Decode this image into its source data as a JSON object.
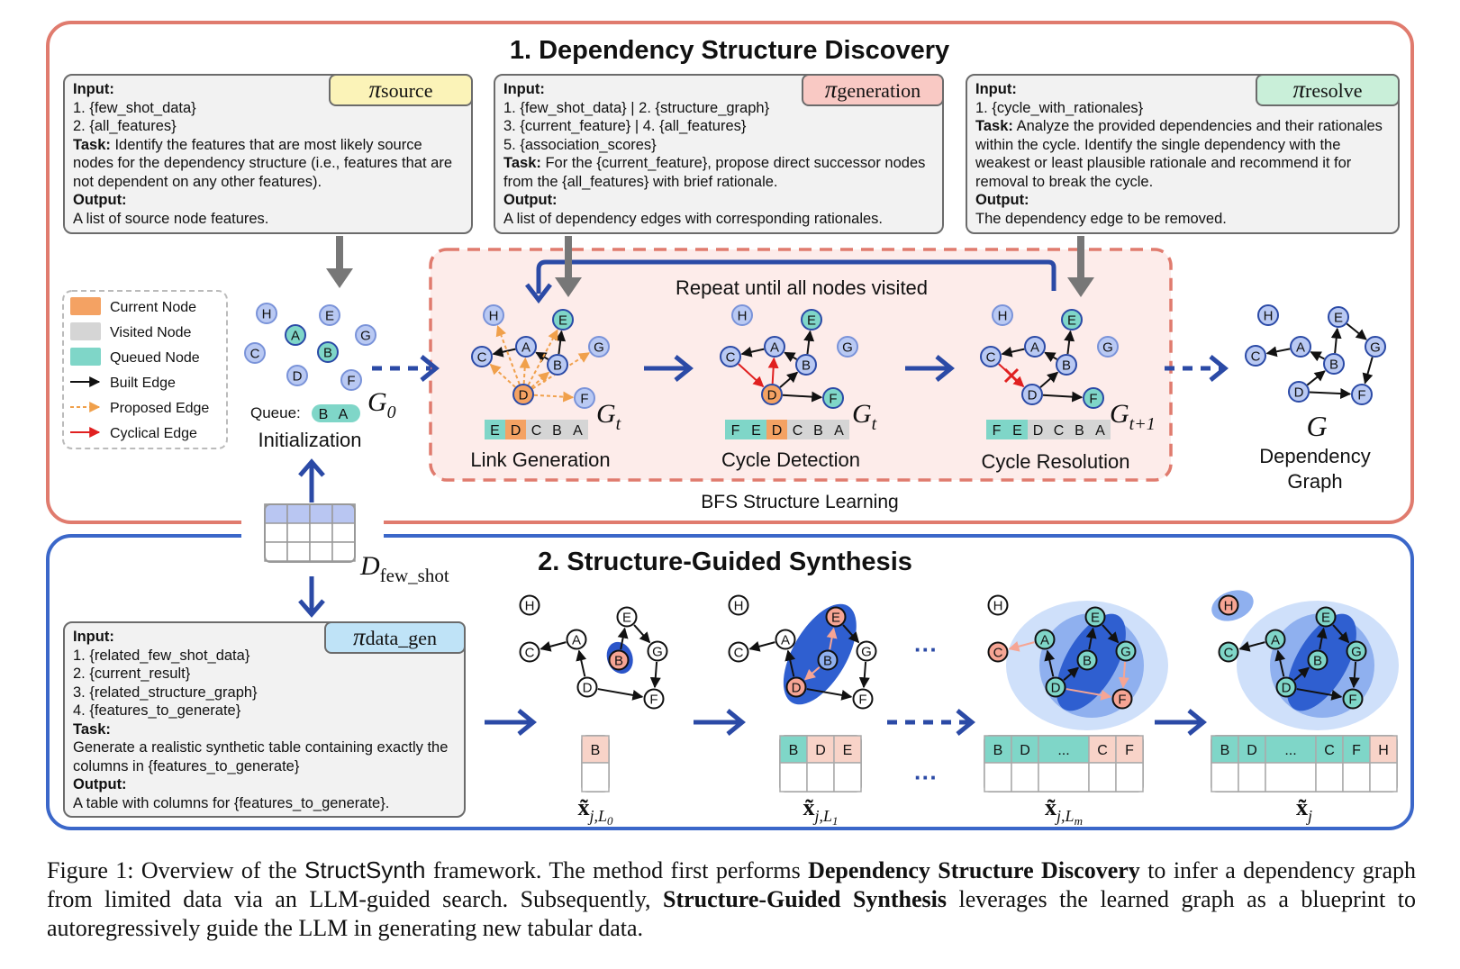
{
  "section1": {
    "number": "1.",
    "title": "Dependency Structure Discovery"
  },
  "section2": {
    "number": "2.",
    "title": "Structure-Guided Synthesis"
  },
  "prompts": {
    "source": {
      "tag_symbol": "π",
      "tag_sub": "source",
      "tag_color": "#fbf3b8",
      "lines": [
        {
          "b": "Input:",
          "t": ""
        },
        {
          "b": "",
          "t": "1. {few_shot_data}"
        },
        {
          "b": "",
          "t": "2. {all_features}"
        },
        {
          "b": "Task:",
          "t": " Identify the features that are most likely source nodes for the dependency structure (i.e., features that are not dependent on any other features)."
        },
        {
          "b": "Output:",
          "t": ""
        },
        {
          "b": "",
          "t": "A list of source node features."
        }
      ]
    },
    "generation": {
      "tag_symbol": "π",
      "tag_sub": "generation",
      "tag_color": "#f9c9c4",
      "lines": [
        {
          "b": "Input:",
          "t": ""
        },
        {
          "b": "",
          "t": "1. {few_shot_data} | 2. {structure_graph}"
        },
        {
          "b": "",
          "t": "3. {current_feature} | 4. {all_features}"
        },
        {
          "b": "",
          "t": "5. {association_scores}"
        },
        {
          "b": "Task:",
          "t": " For the {current_feature}, propose direct successor nodes from the {all_features} with brief rationale."
        },
        {
          "b": "Output:",
          "t": ""
        },
        {
          "b": "",
          "t": "A list of dependency edges with corresponding rationales."
        }
      ]
    },
    "resolve": {
      "tag_symbol": "π",
      "tag_sub": "resolve",
      "tag_color": "#c9efd9",
      "lines": [
        {
          "b": "Input:",
          "t": ""
        },
        {
          "b": "",
          "t": "1. {cycle_with_rationales}"
        },
        {
          "b": "Task:",
          "t": " Analyze the provided dependencies and their rationales within the cycle. Identify the single dependency with the weakest or least plausible rationale and recommend it for removal to break the cycle."
        },
        {
          "b": "Output:",
          "t": ""
        },
        {
          "b": "",
          "t": "The dependency edge to be removed."
        }
      ]
    },
    "data_gen": {
      "tag_symbol": "π",
      "tag_sub": "data_gen",
      "tag_color": "#bfe3f7",
      "lines": [
        {
          "b": "Input:",
          "t": ""
        },
        {
          "b": "",
          "t": "1. {related_few_shot_data}"
        },
        {
          "b": "",
          "t": "2. {current_result}"
        },
        {
          "b": "",
          "t": "3. {related_structure_graph}"
        },
        {
          "b": "",
          "t": "4. {features_to_generate}"
        },
        {
          "b": "Task:",
          "t": ""
        },
        {
          "b": "",
          "t": "Generate a realistic synthetic table containing exactly the columns in {features_to_generate}"
        },
        {
          "b": "Output:",
          "t": ""
        },
        {
          "b": "",
          "t": "A table with columns for {features_to_generate}."
        }
      ]
    }
  },
  "legend": [
    {
      "label": "Current Node",
      "kind": "swatch",
      "color": "#f4a263"
    },
    {
      "label": "Visited Node",
      "kind": "swatch",
      "color": "#d5d5d5"
    },
    {
      "label": "Queued Node",
      "kind": "swatch",
      "color": "#7fd6c8"
    },
    {
      "label": "Built Edge",
      "kind": "line",
      "color": "#111111",
      "dash": false
    },
    {
      "label": "Proposed Edge",
      "kind": "line",
      "color": "#f0a04b",
      "dash": true
    },
    {
      "label": "Cyclical Edge",
      "kind": "line",
      "color": "#e02020",
      "dash": false
    }
  ],
  "init": {
    "label": "Initialization",
    "queue_label": "Queue:",
    "queue": [
      "B",
      "A"
    ],
    "graph_symbol": "G",
    "graph_sub": "0"
  },
  "bfs": {
    "label": "BFS Structure Learning",
    "repeat": "Repeat until all nodes visited",
    "steps": [
      {
        "label": "Link Generation",
        "queue": [
          "E",
          "D",
          "C",
          "B",
          "A"
        ],
        "current": "D",
        "graph_symbol": "G",
        "graph_sub": "t"
      },
      {
        "label": "Cycle Detection",
        "queue": [
          "F",
          "E",
          "D",
          "C",
          "B",
          "A"
        ],
        "current": "D",
        "graph_symbol": "G",
        "graph_sub": "t"
      },
      {
        "label": "Cycle Resolution",
        "queue": [
          "F",
          "E",
          "D",
          "C",
          "B",
          "A"
        ],
        "current": "",
        "graph_symbol": "G",
        "graph_sub": "t+1"
      }
    ]
  },
  "final_graph": {
    "symbol": "G",
    "line1": "Dependency",
    "line2": "Graph"
  },
  "fewshot": {
    "symbol": "D",
    "sub": "few_shot"
  },
  "synthesis": {
    "ellipsis": "···",
    "steps": [
      {
        "cells": [
          "B"
        ],
        "label_sub": "j,L",
        "label_sub2": "0"
      },
      {
        "cells": [
          "B",
          "D",
          "E"
        ],
        "label_sub": "j,L",
        "label_sub2": "1"
      },
      {
        "cells": [
          "B",
          "D",
          "...",
          "C",
          "F"
        ],
        "label_sub": "j,L",
        "label_sub2": "m"
      },
      {
        "cells": [
          "B",
          "D",
          "...",
          "C",
          "F",
          "H"
        ],
        "label_sub": "j",
        "label_sub2": ""
      }
    ],
    "label_symbol": "x̃"
  },
  "caption": {
    "p1": "Figure 1: Overview of the ",
    "name": "StructSynth",
    "p2": " framework. The method first performs ",
    "b1": "Dependency Structure Discovery",
    "p3": " to infer a dependency graph from limited data via an LLM-guided search. Subsequently, ",
    "b2": "Structure-Guided Synthesis",
    "p4": " leverages the learned graph as a blueprint to autoregressively guide the LLM in generating new tabular data."
  },
  "colors": {
    "red_frame": "#e07b6e",
    "blue_frame": "#3b67c9",
    "arrow_blue": "#2b4aa6",
    "bfs_bg": "#fdecea",
    "current": "#f4a263",
    "visited": "#d5d5d5",
    "queued": "#7fd6c8",
    "node_blue": "#b9c9f3",
    "synth_red": "#f6a594"
  }
}
